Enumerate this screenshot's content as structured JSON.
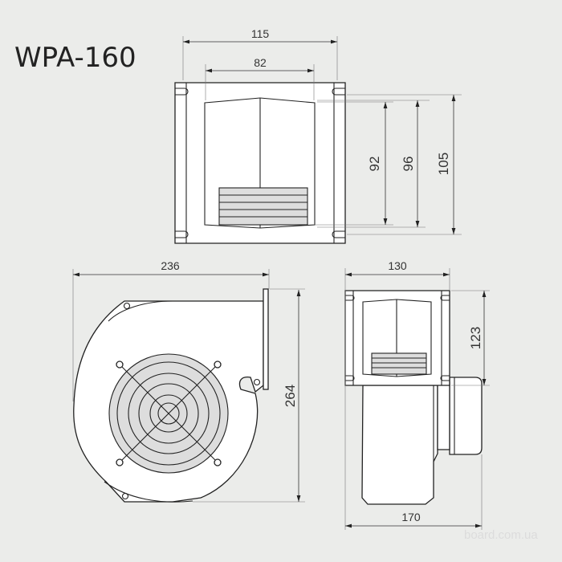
{
  "title": "WPA-160",
  "watermark": "board.com.ua",
  "dimensions": {
    "top_view": {
      "width_outer": "115",
      "width_inner": "82",
      "height_92": "92",
      "height_96": "96",
      "height_105": "105"
    },
    "side_view": {
      "width": "236",
      "height": "264"
    },
    "end_view": {
      "width_top": "130",
      "height": "123",
      "width_bottom": "170"
    }
  }
}
